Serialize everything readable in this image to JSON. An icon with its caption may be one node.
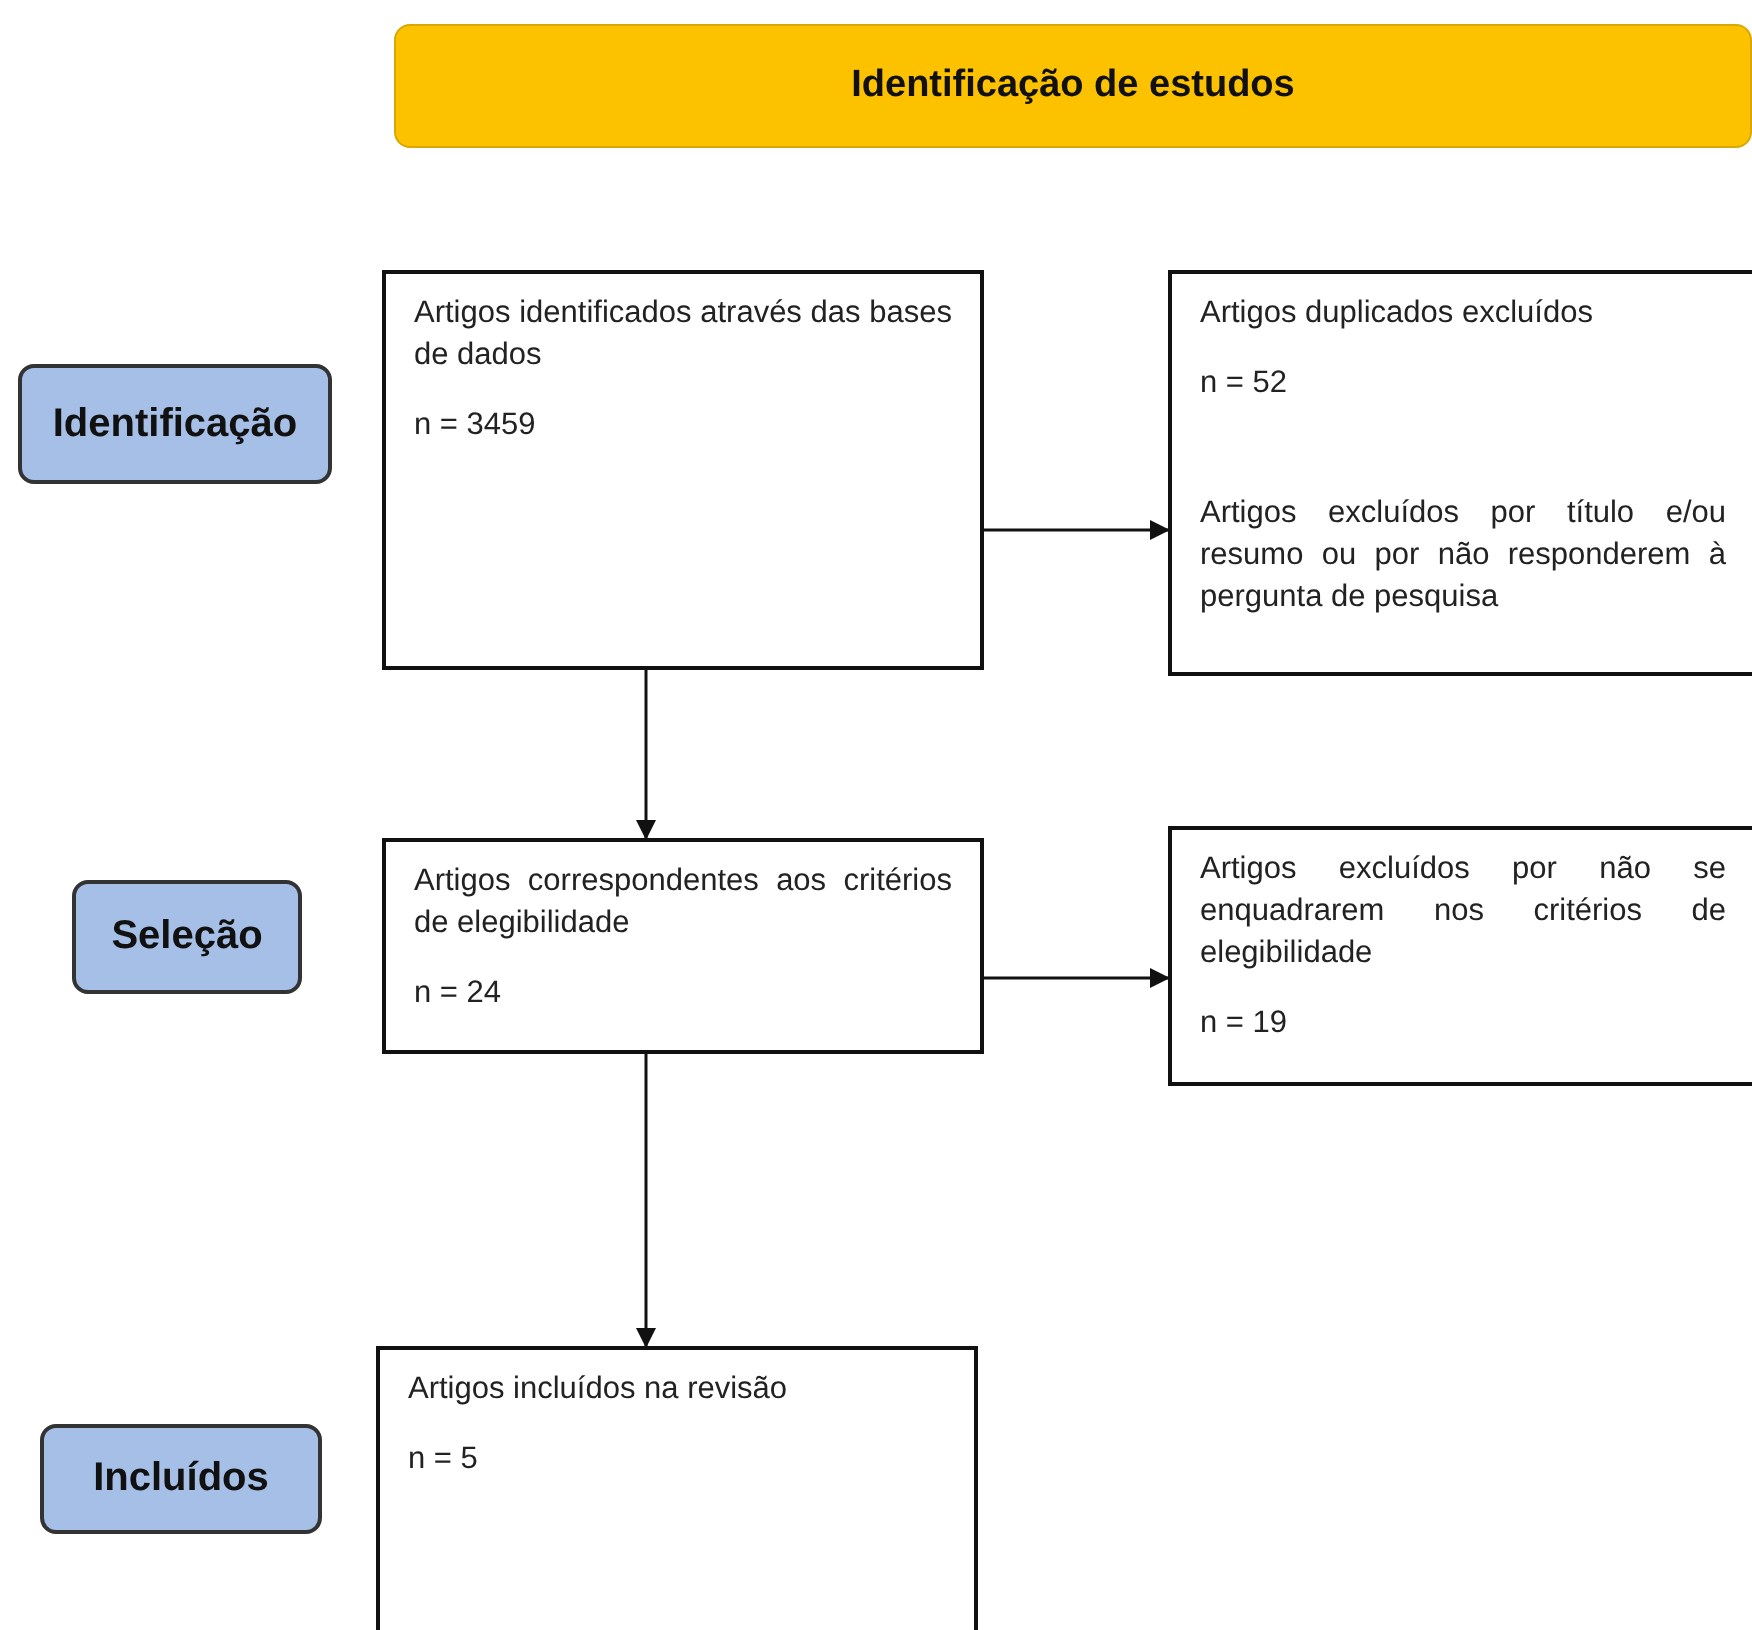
{
  "diagram": {
    "nodes": [
      {
        "text": [
          "Identificação de estudos"
        ]
      },
      {
        "text": [
          "Identificação"
        ]
      },
      {
        "text": [
          "Artigos identificados através das bases de dados",
          "n = 3459"
        ]
      },
      {
        "text": [
          "Artigos duplicados excluídos",
          "n = 52",
          "Artigos excluídos por título e/ou resumo ou por não responderem à pergunta de pesquisa"
        ]
      },
      {
        "text": [
          "Seleção"
        ]
      },
      {
        "text": [
          "Artigos correspondentes aos critérios de elegibilidade",
          "n = 24"
        ]
      },
      {
        "text": [
          "Artigos excluídos por não se enquadrarem nos critérios de elegibilidade",
          "n = 19"
        ]
      },
      {
        "text": [
          "Incluídos"
        ]
      },
      {
        "text": [
          "Artigos incluídos na revisão",
          "n = 5"
        ]
      }
    ],
    "edges": [
      {
        "from": 2,
        "to": 3,
        "arrow": "to"
      },
      {
        "from": 2,
        "to": 5,
        "arrow": "to"
      },
      {
        "from": 5,
        "to": 6,
        "arrow": "to"
      },
      {
        "from": 5,
        "to": 8,
        "arrow": "to"
      }
    ]
  }
}
